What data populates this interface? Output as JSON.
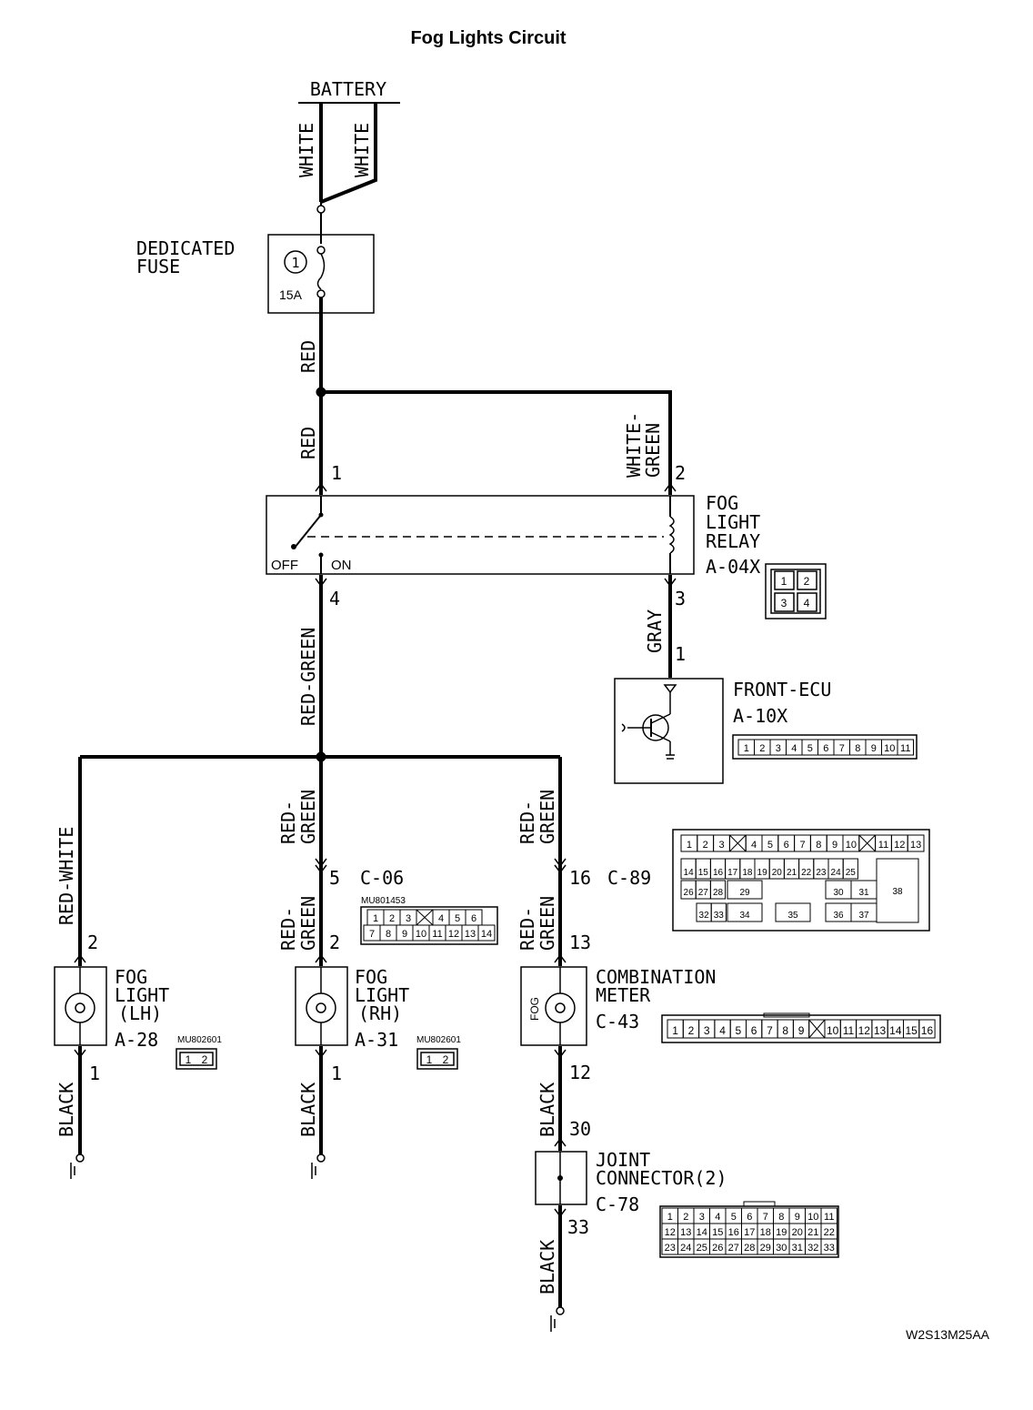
{
  "title": "Fog Lights Circuit",
  "code": "W2S13M25AA",
  "battery": "BATTERY",
  "fuse": {
    "label1": "DEDICATED",
    "label2": "FUSE",
    "number": "1",
    "rating": "15A"
  },
  "relay": {
    "label1": "FOG",
    "label2": "LIGHT",
    "label3": "RELAY",
    "code": "A-04X",
    "off": "OFF",
    "on": "ON",
    "pins": [
      "1",
      "2",
      "3",
      "4"
    ]
  },
  "ecu": {
    "label": "FRONT-ECU",
    "code": "A-10X",
    "pins": [
      "1",
      "2",
      "3",
      "4",
      "5",
      "6",
      "7",
      "8",
      "9",
      "10",
      "11"
    ]
  },
  "wires": {
    "white": "WHITE",
    "red": "RED",
    "white_green_1": "WHITE-",
    "white_green_2": "GREEN",
    "gray": "GRAY",
    "red_green": "RED-GREEN",
    "red_white": "RED-WHITE",
    "rg1": "RED-",
    "rg2": "GREEN",
    "black": "BLACK"
  },
  "pin_numbers": {
    "relay_1": "1",
    "relay_2": "2",
    "relay_4": "4",
    "relay_3": "3",
    "ecu_1": "1",
    "lh_2": "2",
    "lh_1": "1",
    "rh_5": "5",
    "rh_2": "2",
    "rh_1": "1",
    "meter_16": "16",
    "meter_13": "13",
    "meter_12": "12",
    "joint_30": "30",
    "joint_33": "33"
  },
  "connectors": {
    "c06": {
      "code": "C-06",
      "part": "MU801453",
      "row1": [
        "1",
        "2",
        "3",
        "",
        "4",
        "5",
        "6"
      ],
      "row2": [
        "7",
        "8",
        "9",
        "10",
        "11",
        "12",
        "13",
        "14"
      ]
    },
    "c89": {
      "code": "C-89",
      "row1": [
        "1",
        "2",
        "3",
        "",
        "4",
        "5",
        "6",
        "7",
        "8",
        "9",
        "10",
        "",
        "11",
        "12",
        "13"
      ],
      "row2": [
        "14",
        "15",
        "16",
        "17",
        "18",
        "19",
        "20",
        "21",
        "22",
        "23",
        "24",
        "25"
      ],
      "row3": [
        "26",
        "27",
        "28",
        "29",
        "30",
        "31"
      ],
      "row4": [
        "32",
        "33",
        "34",
        "35",
        "36",
        "37"
      ],
      "big": "38"
    },
    "c43": {
      "pins": [
        "1",
        "2",
        "3",
        "4",
        "5",
        "6",
        "7",
        "8",
        "9",
        "",
        "10",
        "11",
        "12",
        "13",
        "14",
        "15",
        "16"
      ]
    },
    "c78": {
      "row1": [
        "1",
        "2",
        "3",
        "4",
        "5",
        "6",
        "7",
        "8",
        "9",
        "10",
        "11"
      ],
      "row2": [
        "12",
        "13",
        "14",
        "15",
        "16",
        "17",
        "18",
        "19",
        "20",
        "21",
        "22"
      ],
      "row3": [
        "23",
        "24",
        "25",
        "26",
        "27",
        "28",
        "29",
        "30",
        "31",
        "32",
        "33"
      ]
    },
    "mu802601": {
      "part": "MU802601",
      "pins": [
        "1",
        "2"
      ]
    }
  },
  "fog_lh": {
    "label1": "FOG",
    "label2": "LIGHT",
    "label3": "(LH)",
    "code": "A-28"
  },
  "fog_rh": {
    "label1": "FOG",
    "label2": "LIGHT",
    "label3": "(RH)",
    "code": "A-31"
  },
  "meter": {
    "label1": "COMBINATION",
    "label2": "METER",
    "code": "C-43",
    "fog": "FOG"
  },
  "joint": {
    "label1": "JOINT",
    "label2": "CONNECTOR(2)",
    "code": "C-78"
  }
}
